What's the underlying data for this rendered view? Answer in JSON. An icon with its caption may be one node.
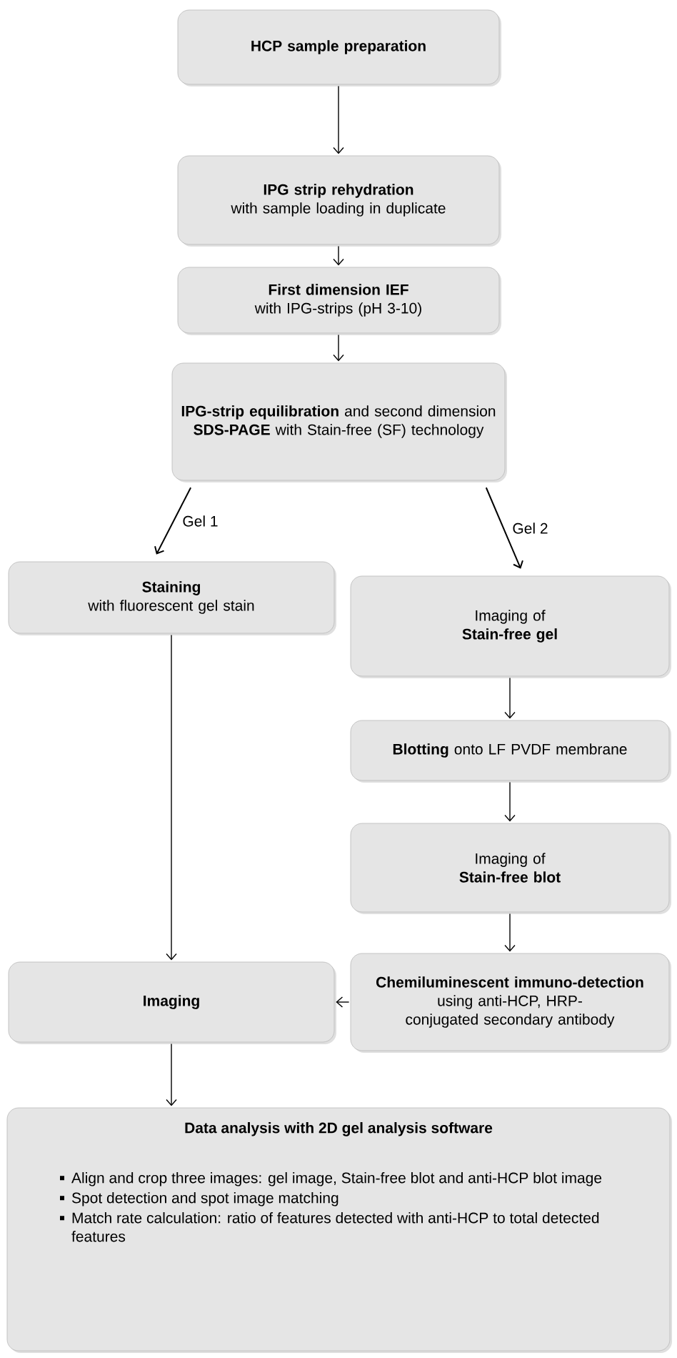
{
  "diagram": {
    "nodes": [
      {
        "text": [
          "HCP sample preparation"
        ]
      },
      {
        "text": [
          "IPG strip rehydration",
          "with sample loading in duplicate"
        ]
      },
      {
        "text": [
          "First dimension IEF",
          "with IPG-strips (pH 3-10)"
        ]
      },
      {
        "text": [
          "**IPG-strip equilibration** and second dimension **SDS-PAGE** with Stain-free (SF) technology"
        ]
      },
      {
        "text": [
          "Staining",
          "with fluorescent gel stain"
        ]
      },
      {
        "text": [
          "Imaging of",
          "Stain-free gel"
        ]
      },
      {
        "text": [
          "**Blotting** onto LF PVDF membrane"
        ]
      },
      {
        "text": [
          "Imaging of",
          "Stain-free blot"
        ]
      },
      {
        "text": [
          "Chemiluminescent immuno-detection",
          "using anti-HCP, HRP- conjugated secondary antibody"
        ]
      },
      {
        "text": [
          "Imaging"
        ]
      },
      {
        "text": [
          "Data analysis with 2D gel analysis software",
          "Align and crop three images: gel image, Stain-free blot and anti-HCP blot image",
          "Spot detection and spot image matching",
          "Match rate calculation: ratio of features detected with anti-HCP to total detected features"
        ]
      }
    ],
    "edges": [
      {
        "from": 0,
        "to": 1,
        "arrow": "to"
      },
      {
        "from": 1,
        "to": 2,
        "arrow": "to"
      },
      {
        "from": 2,
        "to": 3,
        "arrow": "to"
      },
      {
        "from": 3,
        "to": 4,
        "arrow": "to",
        "label": "Gel 1"
      },
      {
        "from": 3,
        "to": 5,
        "arrow": "to",
        "label": "Gel 2"
      },
      {
        "from": 4,
        "to": 9,
        "arrow": "to"
      },
      {
        "from": 5,
        "to": 6,
        "arrow": "to"
      },
      {
        "from": 6,
        "to": 7,
        "arrow": "to"
      },
      {
        "from": 7,
        "to": 8,
        "arrow": "to"
      },
      {
        "from": 8,
        "to": 9,
        "arrow": "to"
      },
      {
        "from": 9,
        "to": 10,
        "arrow": "to"
      }
    ]
  }
}
